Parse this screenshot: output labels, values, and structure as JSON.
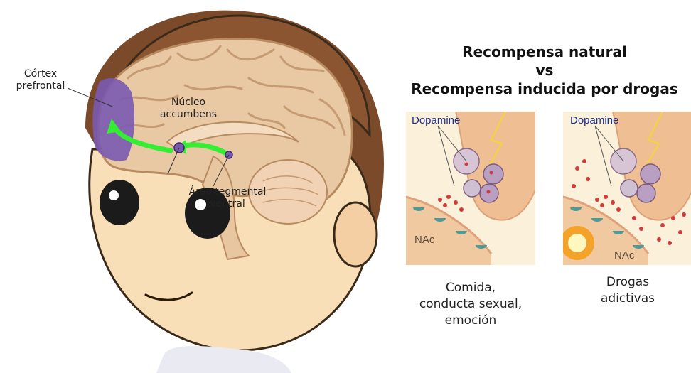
{
  "brain": {
    "labels": {
      "prefrontal_line1": "Córtex",
      "prefrontal_line2": "prefrontal",
      "accumbens_line1": "Núcleo",
      "accumbens_line2": "accumbens",
      "vta_line1": "Área tegmental",
      "vta_line2": "ventral"
    },
    "colors": {
      "pathway": "#33ee33",
      "prefrontal": "#7a5ab0",
      "brain": "#e9c9a4",
      "hair": "#7a4a2a",
      "skin": "#f8dfb8"
    }
  },
  "comparison": {
    "title_line1": "Recompensa natural",
    "title_line2": "vs",
    "title_line3": "Recompensa inducida por drogas",
    "panels": [
      {
        "dopamine_label": "Dopamine",
        "nac_label": "NAc",
        "caption_line1": "Comida,",
        "caption_line2": "conducta sexual,",
        "caption_line3": "emoción"
      },
      {
        "dopamine_label": "Dopamine",
        "nac_label": "NAc",
        "caption_line1": "Drogas",
        "caption_line2": "adictivas",
        "caption_line3": ""
      }
    ]
  }
}
